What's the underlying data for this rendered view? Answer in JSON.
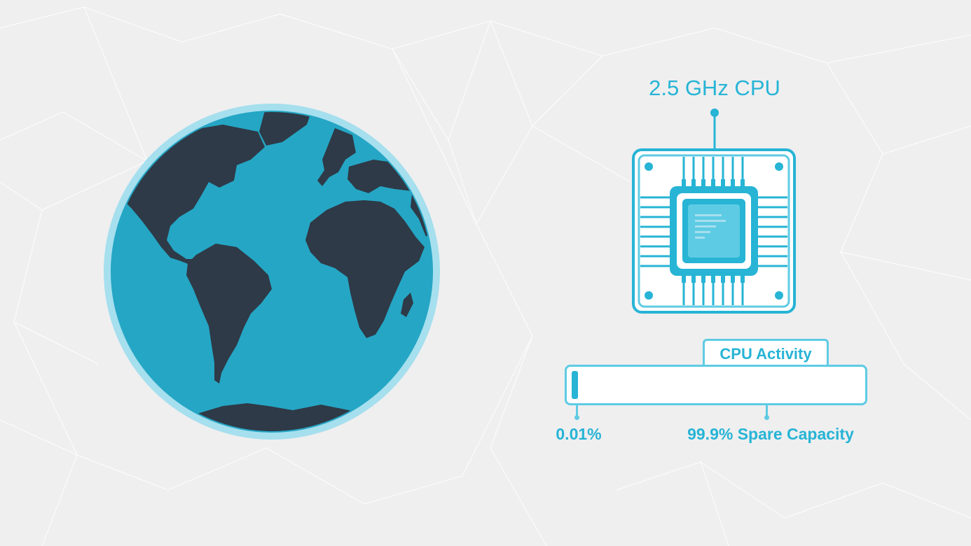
{
  "cpu": {
    "title": "2.5 GHz CPU"
  },
  "activity": {
    "label": "CPU Activity",
    "used_percent": 0.01,
    "used_label": "0.01%",
    "spare_label": "99.9% Spare Capacity"
  },
  "colors": {
    "accent": "#27b4d5",
    "accent_light": "#5ecbe4",
    "ocean": "#25a6c5",
    "land": "#2e3a47",
    "globe_ring": "#a6dfee",
    "background": "#efeff0"
  },
  "icons": [
    "globe-icon",
    "cpu-chip-icon"
  ]
}
